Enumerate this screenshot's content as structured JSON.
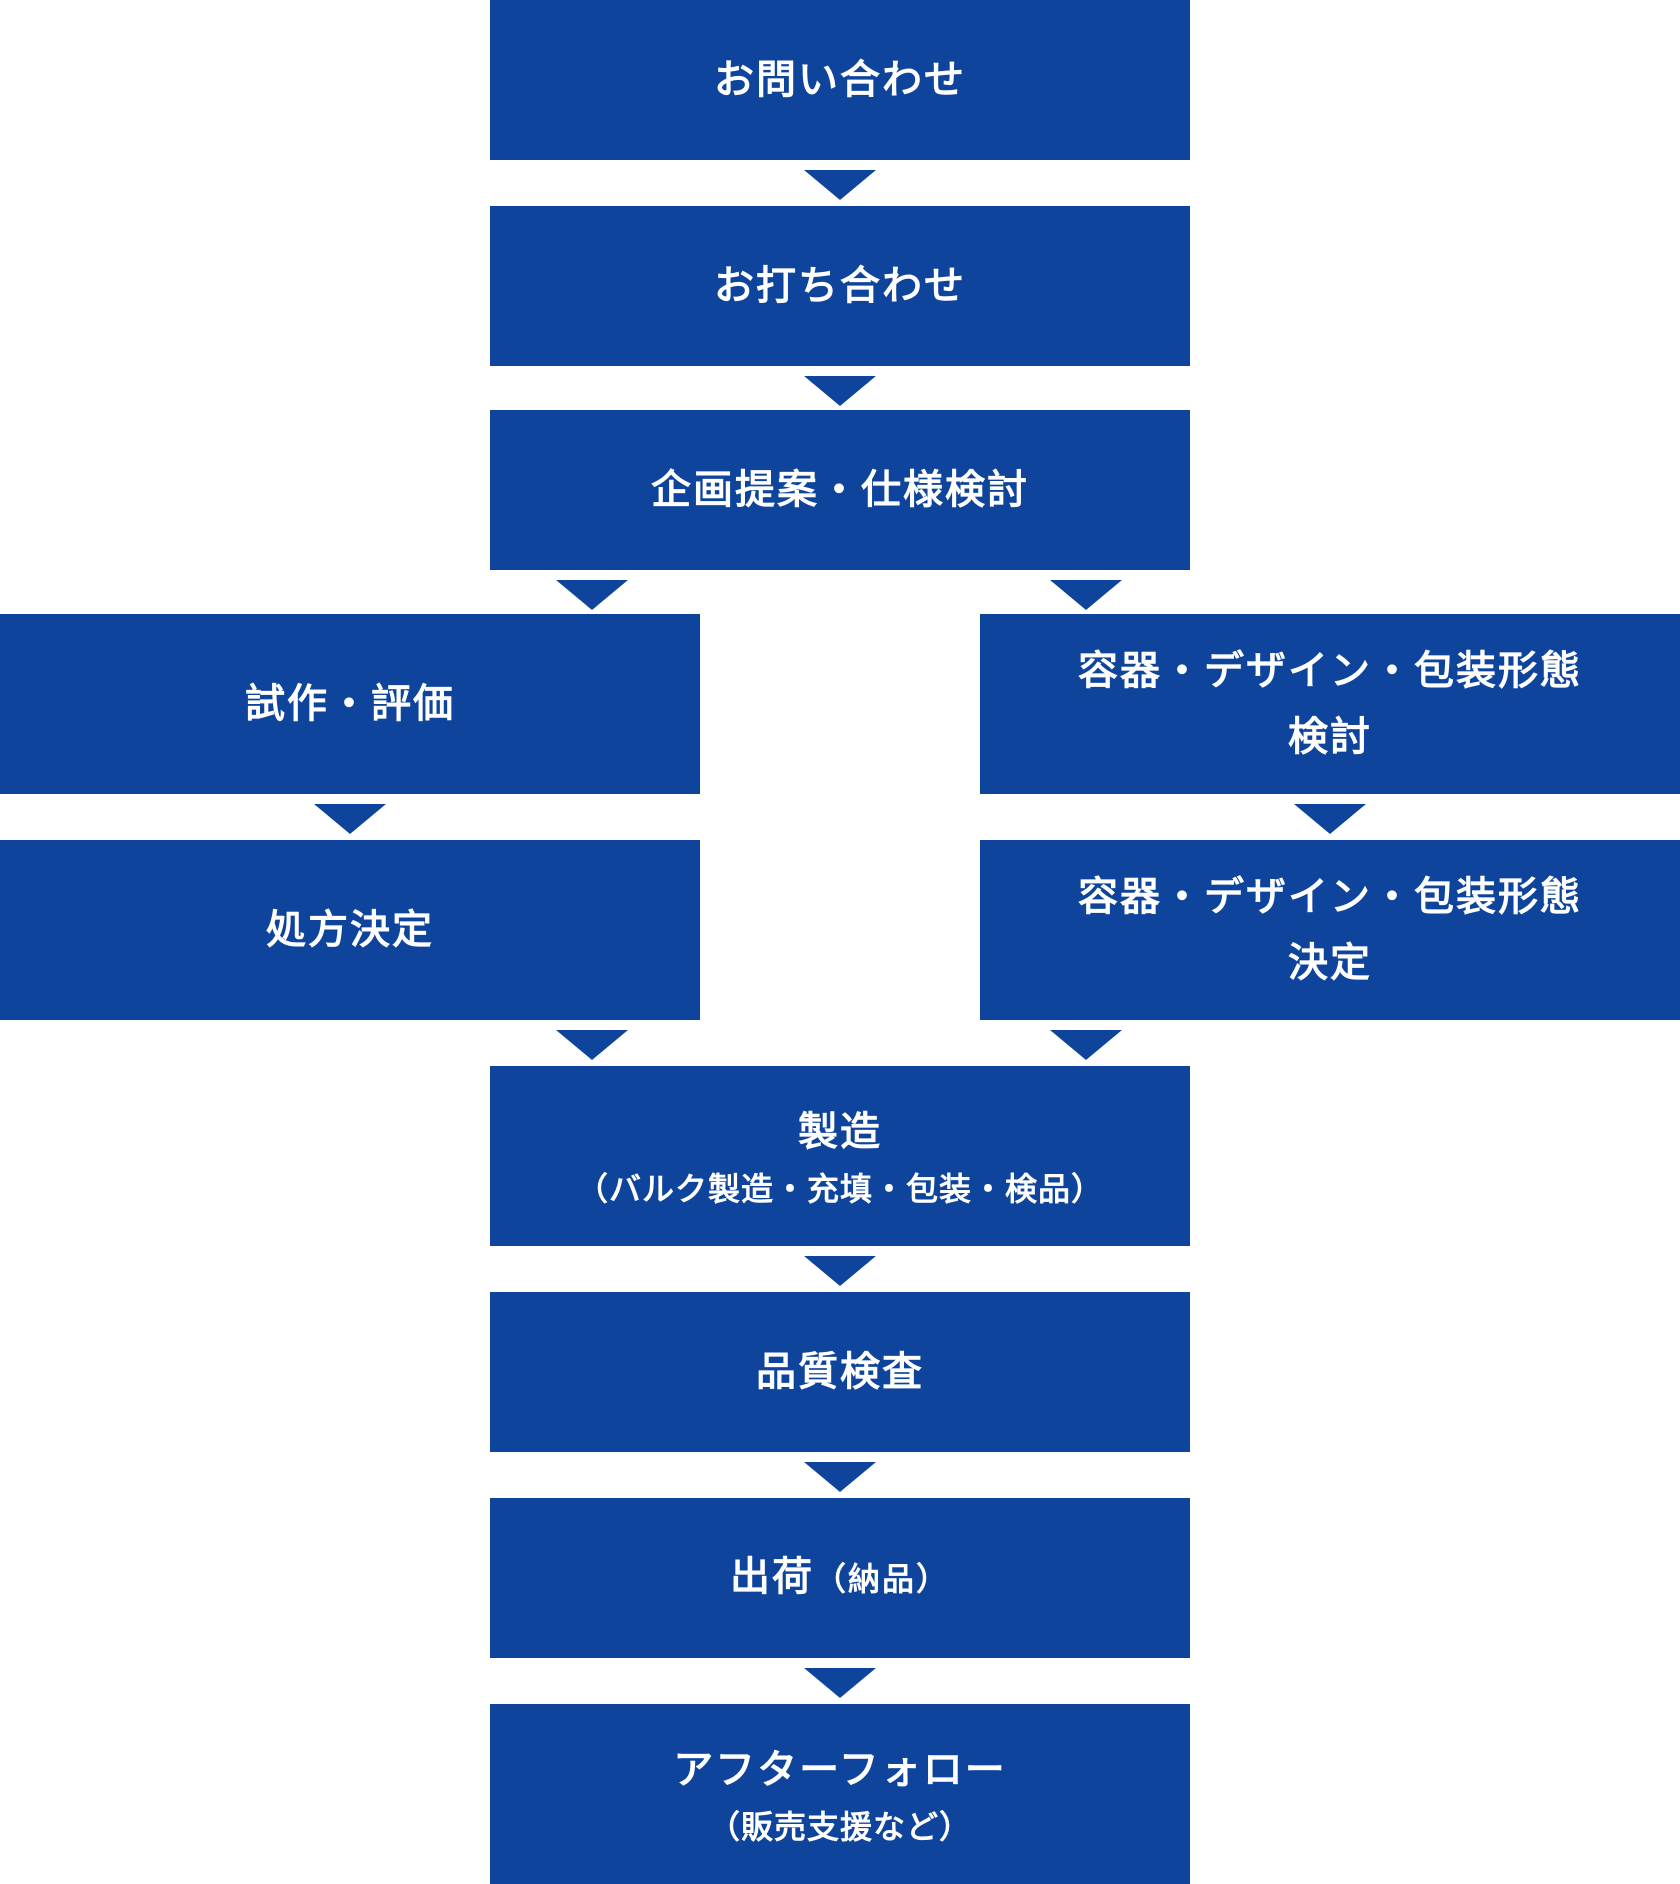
{
  "flow": {
    "inquiry": "お問い合わせ",
    "meeting": "お打ち合わせ",
    "planning": "企画提案・仕様検討",
    "prototype": "試作・評価",
    "formula": "処方決定",
    "package_review": {
      "line1": "容器・デザイン・包装形態",
      "line2": "検討"
    },
    "package_decision": {
      "line1": "容器・デザイン・包装形態",
      "line2": "決定"
    },
    "manufacturing": {
      "title": "製造",
      "sub": "（バルク製造・充填・包装・検品）"
    },
    "inspection": "品質検査",
    "shipping": {
      "title": "出荷",
      "sub": "（納品）"
    },
    "followup": {
      "title": "アフターフォロー",
      "sub": "（販売支援など）"
    }
  },
  "colors": {
    "box": "#0e449c",
    "text": "#ffffff"
  }
}
